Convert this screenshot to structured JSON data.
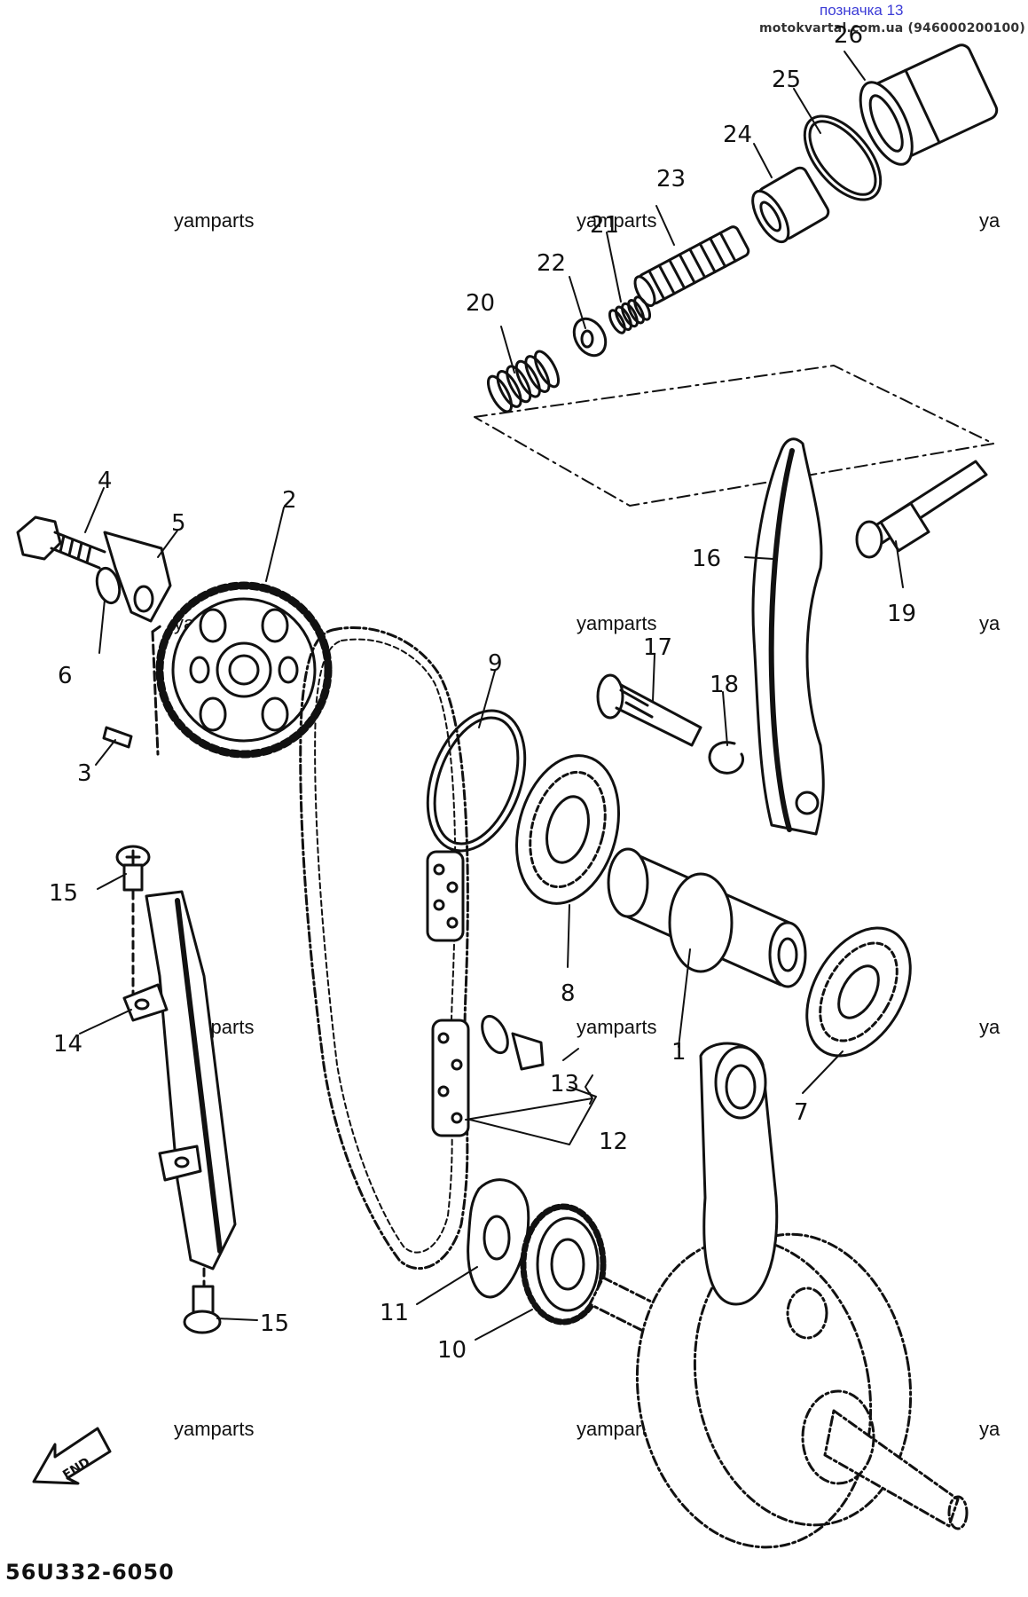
{
  "header": {
    "link_text": "позначка 13",
    "source_text": "motokvartal.com.ua (946000200100)"
  },
  "watermark": "yamparts",
  "watermark_short": "ya",
  "diagram_code": "56U332-6050",
  "front_arrow_label": "FND",
  "callouts": [
    "1",
    "2",
    "3",
    "4",
    "5",
    "6",
    "7",
    "8",
    "9",
    "10",
    "11",
    "12",
    "13",
    "14",
    "15",
    "15",
    "16",
    "17",
    "18",
    "19",
    "20",
    "21",
    "22",
    "23",
    "24",
    "25",
    "26"
  ]
}
